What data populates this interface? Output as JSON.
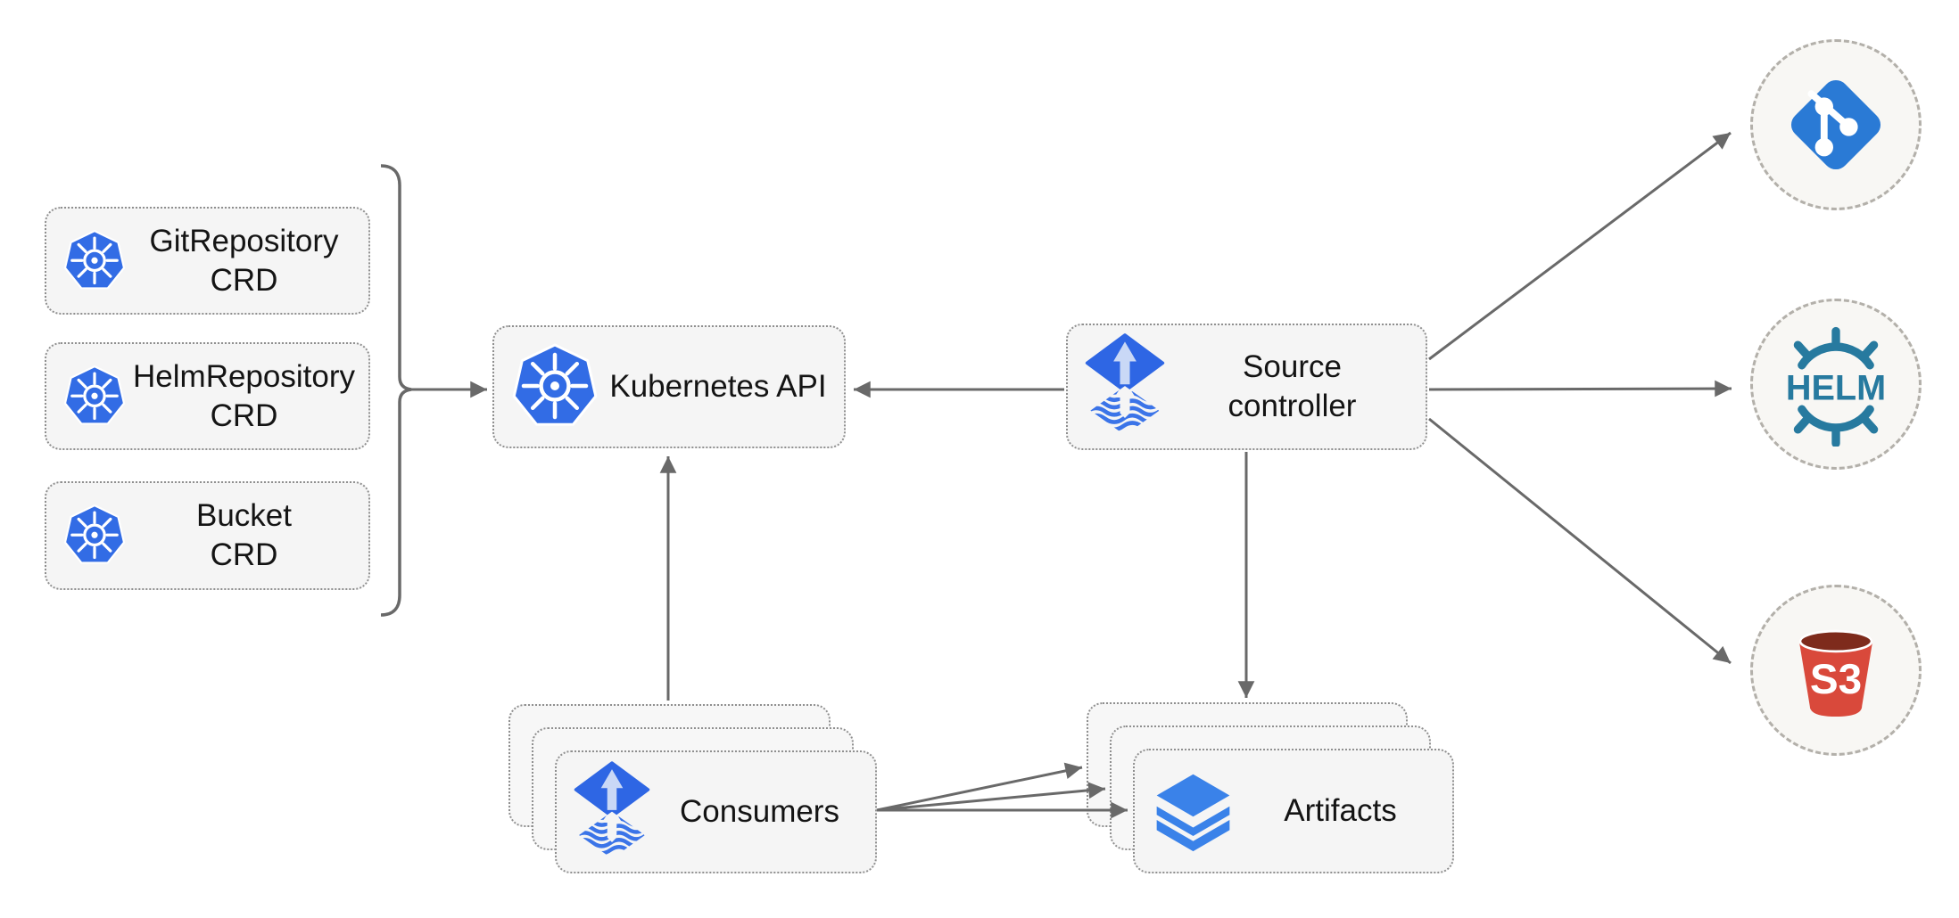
{
  "nodes": {
    "crds": [
      {
        "line1": "GitRepository",
        "line2": "CRD"
      },
      {
        "line1": "HelmRepository",
        "line2": "CRD"
      },
      {
        "line1": "Bucket",
        "line2": "CRD"
      }
    ],
    "kubernetes_api": {
      "label": "Kubernetes API"
    },
    "source_controller": {
      "line1": "Source",
      "line2": "controller"
    },
    "consumers": {
      "label": "Consumers"
    },
    "artifacts": {
      "label": "Artifacts"
    }
  },
  "endpoints": {
    "helm": {
      "label": "HELM"
    },
    "s3": {
      "label": "S3"
    }
  },
  "colors": {
    "kubernetes_blue": "#326CE5",
    "flux_blue": "#2E66E4",
    "flux_arrow_light": "#C9D8F6",
    "git_blue": "#2A7AD5",
    "helm_teal": "#277A9F",
    "s3_red": "#D9493B",
    "s3_dark": "#7E2B1C",
    "layers_blue": "#3A82E9",
    "arrow_gray": "#696969",
    "node_fill": "#f5f5f5",
    "node_border": "#8f8f8f",
    "endpoint_fill": "#f8f7f4",
    "endpoint_border": "#b3b0aa",
    "text": "#141414"
  }
}
